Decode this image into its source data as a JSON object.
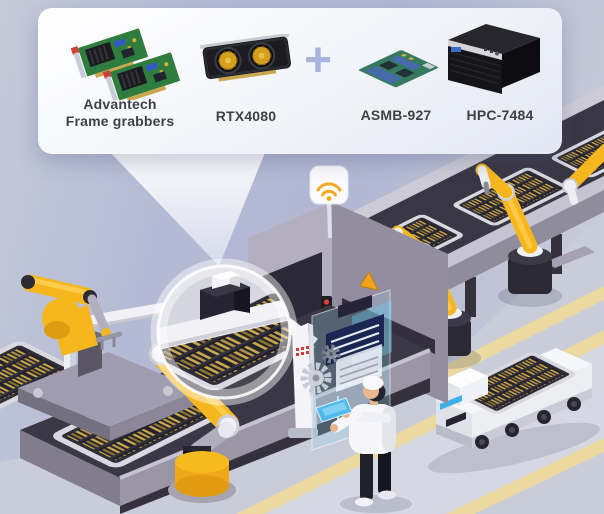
{
  "callout": {
    "products": [
      {
        "name": "advantech-frame-grabbers",
        "label_line1": "Advantech",
        "label_line2": "Frame grabbers"
      },
      {
        "name": "rtx4080-gpu",
        "label": "RTX4080"
      },
      {
        "name": "asmb-927-motherboard",
        "label": "ASMB-927"
      },
      {
        "name": "hpc-7484-chassis",
        "label": "HPC-7484"
      }
    ],
    "plus_sign": "+"
  },
  "scene": {
    "description": "Isometric smart-factory inspection line with robot arms, AOI machine, magnifier detail of inspection camera, operator with tablet, and AGV",
    "icons": [
      {
        "name": "wifi-icon",
        "color": "#F5A81E"
      },
      {
        "name": "warning-triangle-icon",
        "color": "#F2A31C"
      },
      {
        "name": "gear-icon",
        "color": "#C2C6D0"
      },
      {
        "name": "traffic-light-icon",
        "colors": [
          "#E04438",
          "#F09A1A"
        ]
      },
      {
        "name": "magnifier-circle",
        "color": "#FFFFFF"
      }
    ]
  },
  "colors": {
    "background_top": "#AFB6D2",
    "background_bottom": "#CDD1DE",
    "panel": "#F7F8FB",
    "robot_yellow": "#F6B71E",
    "machine_gray": "#B4AFC0",
    "belt_dark": "#3B3845",
    "pcb_gold": "#C9A84C",
    "hologram_cyan": "#5AC8EE",
    "accent_blue": "#3DB0E8",
    "path_yellow": "#EBD9A0",
    "label_text": "#3F4046",
    "plus_sign": "#A9B3DC"
  }
}
